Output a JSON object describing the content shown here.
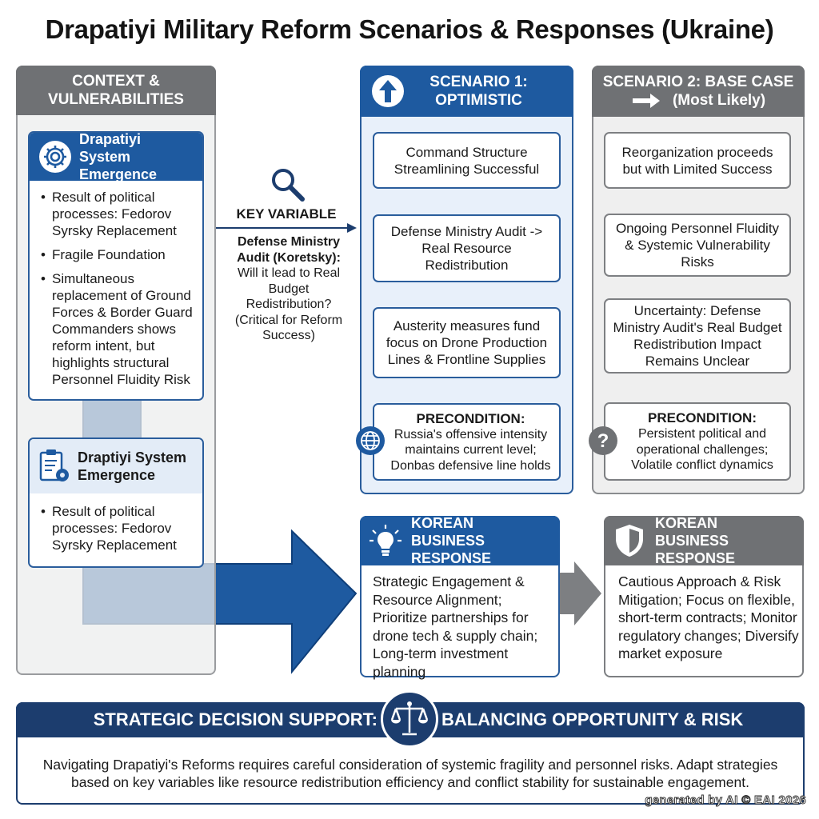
{
  "title": "Drapatiyi Military Reform Scenarios & Responses (Ukraine)",
  "context": {
    "header": "CONTEXT & VULNERABILITIES",
    "card1": {
      "title": "Drapatiyi System Emergence",
      "bullets": [
        "Result of political processes: Fedorov Syrsky Replacement",
        "Fragile Foundation",
        "Simultaneous replacement of Ground Forces & Border Guard Commanders shows reform intent, but highlights structural Personnel Fluidity Risk"
      ]
    },
    "card2": {
      "title": "Draptiyi System Emergence",
      "bullets": [
        "Result of political processes: Fedorov Syrsky Replacement"
      ]
    }
  },
  "key_variable": {
    "label": "KEY VARIABLE",
    "title": "Defense Ministry Audit (Koretsky):",
    "text": "Will it lead to Real Budget Redistribution? (Critical for Reform Success)"
  },
  "scenario1": {
    "header": "SCENARIO 1: OPTIMISTIC",
    "steps": [
      "Command Structure Streamlining Successful",
      "Defense Ministry Audit -> Real Resource Redistribution",
      "Austerity measures fund focus on Drone Production Lines & Frontline Supplies"
    ],
    "precondition_label": "PRECONDITION:",
    "precondition_text": "Russia's offensive intensity maintains current level; Donbas defensive line holds"
  },
  "scenario2": {
    "header": "SCENARIO 2: BASE CASE",
    "subheader": "(Most Likely)",
    "steps": [
      "Reorganization proceeds but with Limited Success",
      "Ongoing Personnel Fluidity & Systemic Vulnerability Risks",
      "Uncertainty: Defense Ministry Audit's Real Budget Redistribution Impact Remains Unclear"
    ],
    "precondition_label": "PRECONDITION:",
    "precondition_text": "Persistent political and operational challenges; Volatile conflict dynamics"
  },
  "response1": {
    "header": "KOREAN BUSINESS RESPONSE",
    "text": "Strategic Engagement & Resource Alignment; Prioritize partnerships for drone tech & supply chain; Long-term investment planning"
  },
  "response2": {
    "header": "KOREAN BUSINESS RESPONSE",
    "text": "Cautious Approach & Risk Mitigation; Focus on flexible, short-term contracts; Monitor regulatory changes; Diversify market exposure"
  },
  "strategic": {
    "left": "STRATEGIC DECISION SUPPORT:",
    "right": "BALANCING OPPORTUNITY & RISK",
    "body": "Navigating Drapatiyi's Reforms requires careful consideration of systemic fragility and personnel risks. Adapt strategies based on key variables like resource redistribution efficiency and conflict stability for sustainable engagement."
  },
  "watermark": "generated by AI © EAI 2026",
  "colors": {
    "blue": "#1e5aa0",
    "navy": "#1c3d6e",
    "gray": "#6f7174",
    "light_blue": "#e8f0fa",
    "light_gray": "#efefef"
  }
}
